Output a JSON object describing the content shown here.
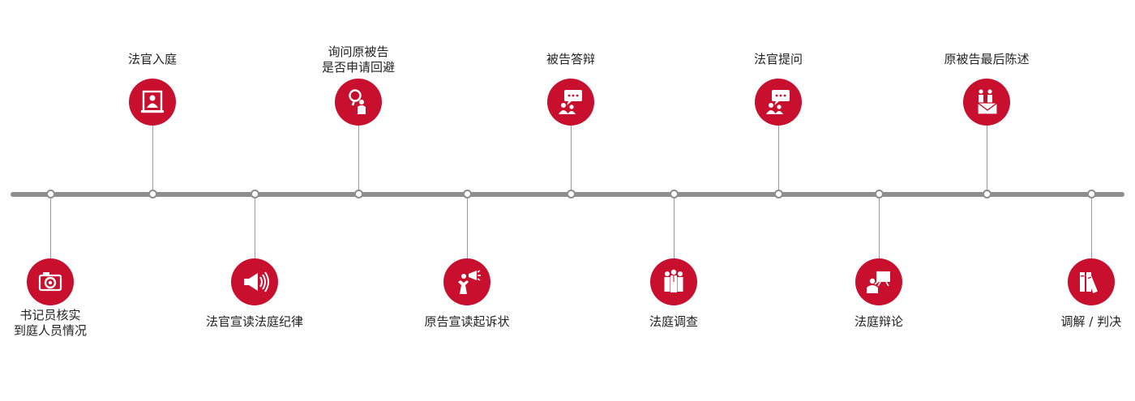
{
  "colors": {
    "accent": "#c8102e",
    "line": "#8d8d8d",
    "text": "#222222"
  },
  "timeline": {
    "steps": [
      {
        "id": "clerk-check",
        "position": "below",
        "icon": "camera-icon",
        "label_lines": [
          "书记员核实",
          "到庭人员情况"
        ]
      },
      {
        "id": "judge-enters",
        "position": "above",
        "icon": "judge-bench-icon",
        "label_lines": [
          "法官入庭"
        ]
      },
      {
        "id": "read-discipline",
        "position": "below",
        "icon": "loudspeaker-icon",
        "label_lines": [
          "法官宣读法庭纪律"
        ]
      },
      {
        "id": "ask-recusal",
        "position": "above",
        "icon": "magnifier-person-icon",
        "label_lines": [
          "询问原被告",
          "是否申请回避"
        ]
      },
      {
        "id": "read-complaint",
        "position": "below",
        "icon": "megaphone-person-icon",
        "label_lines": [
          "原告宣读起诉状"
        ]
      },
      {
        "id": "defendant-reply",
        "position": "above",
        "icon": "speech-bubble-people-icon",
        "label_lines": [
          "被告答辩"
        ]
      },
      {
        "id": "court-investigation",
        "position": "below",
        "icon": "group-people-icon",
        "label_lines": [
          "法庭调查"
        ]
      },
      {
        "id": "judge-questions",
        "position": "above",
        "icon": "speech-bubble-people-icon",
        "label_lines": [
          "法官提问"
        ]
      },
      {
        "id": "court-debate",
        "position": "below",
        "icon": "presenter-icon",
        "label_lines": [
          "法庭辩论"
        ]
      },
      {
        "id": "final-statement",
        "position": "above",
        "icon": "people-envelope-icon",
        "label_lines": [
          "原被告最后陈述"
        ]
      },
      {
        "id": "mediation-judgment",
        "position": "below",
        "icon": "books-icon",
        "label_lines": [
          "调解 / 判决"
        ]
      }
    ]
  }
}
